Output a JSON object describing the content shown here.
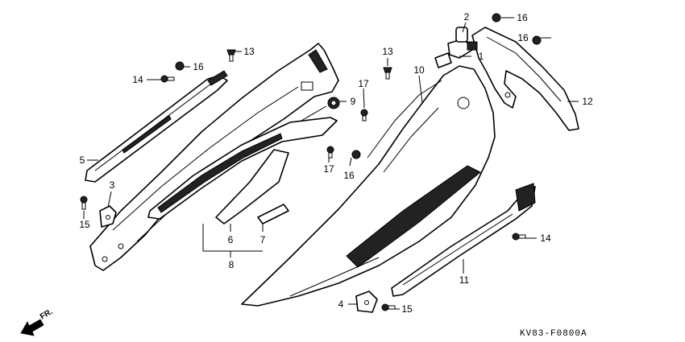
{
  "diagram": {
    "code": "KV83-F0800A",
    "direction_label": "FR.",
    "callouts": [
      "1",
      "2",
      "3",
      "4",
      "5",
      "6",
      "7",
      "8",
      "9",
      "10",
      "11",
      "12",
      "13",
      "13",
      "14",
      "14",
      "15",
      "15",
      "16",
      "16",
      "16",
      "16",
      "17",
      "17"
    ]
  }
}
